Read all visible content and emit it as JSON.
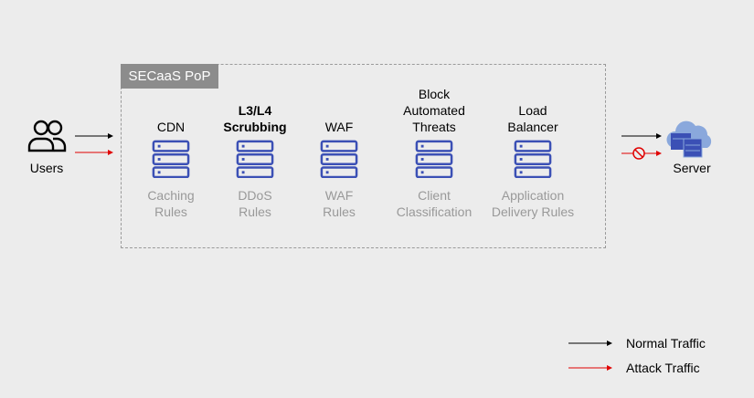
{
  "pop": {
    "label": "SECaaS PoP"
  },
  "users": {
    "label": "Users"
  },
  "server": {
    "label": "Server"
  },
  "stages": [
    {
      "title": [
        "CDN"
      ],
      "sub": [
        "Caching",
        "Rules"
      ]
    },
    {
      "title": [
        "L3/L4",
        "Scrubbing"
      ],
      "sub": [
        "DDoS",
        "Rules"
      ]
    },
    {
      "title": [
        "WAF"
      ],
      "sub": [
        "WAF",
        "Rules"
      ]
    },
    {
      "title": [
        "Block",
        "Automated",
        "Threats"
      ],
      "sub": [
        "Client",
        "Classification"
      ]
    },
    {
      "title": [
        "Load",
        "Balancer"
      ],
      "sub": [
        "Application",
        "Delivery Rules"
      ]
    }
  ],
  "legend": {
    "normal": "Normal Traffic",
    "attack": "Attack Traffic"
  },
  "colors": {
    "normal": "#000000",
    "attack": "#e00000",
    "server_icon": "#3b50b5",
    "cloud": "#8aa8dc"
  },
  "icons": {
    "users": "users-icon",
    "server": "cloud-server-icon",
    "stage": "server-rack-icon",
    "block": "blocked-icon"
  }
}
